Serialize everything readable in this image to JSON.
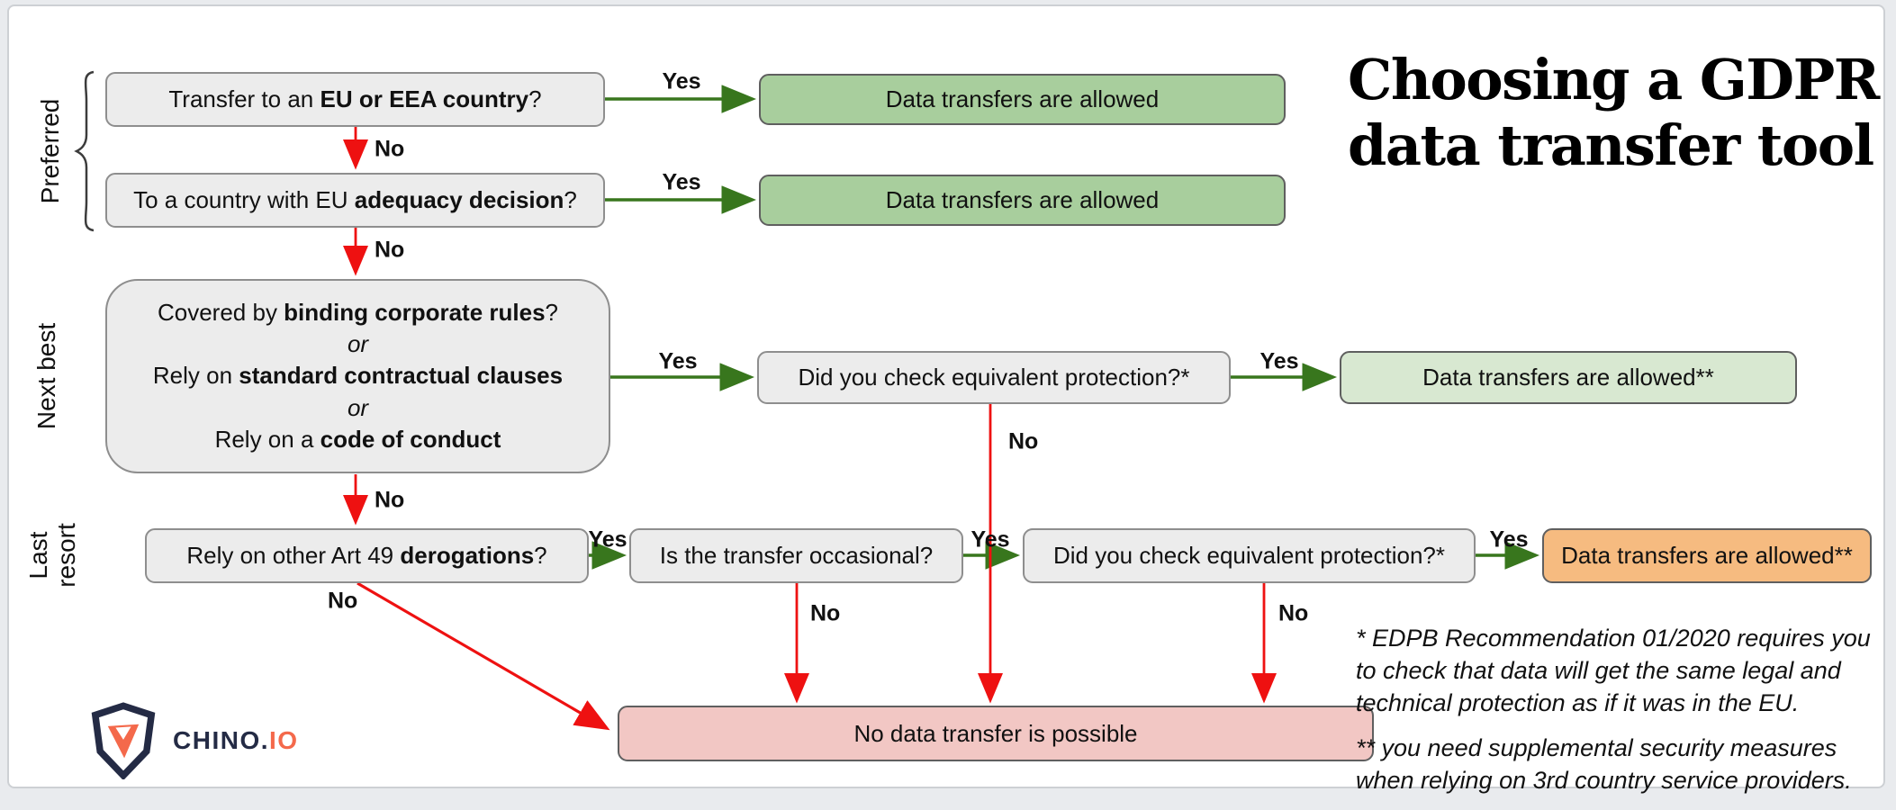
{
  "title": {
    "line1": "Choosing a GDPR",
    "line2": "data transfer tool"
  },
  "row_labels": {
    "preferred": "Preferred",
    "next_best": "Next best",
    "last_resort": {
      "line1": "Last",
      "line2": "resort"
    }
  },
  "labels": {
    "yes": "Yes",
    "no": "No"
  },
  "nodes": {
    "q_eu_eea": {
      "pre": "Transfer to an ",
      "bold": "EU or EEA country",
      "post": "?"
    },
    "q_adequacy": {
      "pre": "To a country with EU ",
      "bold": "adequacy decision",
      "post": "?"
    },
    "q_next_best": {
      "line1": {
        "pre": "Covered by ",
        "bold": "binding corporate rules",
        "post": "?"
      },
      "or1": "or",
      "line2": {
        "pre": "Rely on ",
        "bold": "standard contractual clauses",
        "post": ""
      },
      "or2": "or",
      "line3": {
        "pre": "Rely on a ",
        "bold": "code of conduct",
        "post": ""
      }
    },
    "q_derogations": {
      "pre": "Rely on other Art 49 ",
      "bold": "derogations",
      "post": "?"
    },
    "q_occasional": "Is the transfer occasional?",
    "q_equivalent_mid": "Did you check equivalent protection?*",
    "q_equivalent_bottom": "Did you check equivalent protection?*",
    "allowed_1": "Data transfers are allowed",
    "allowed_2": "Data transfers are allowed",
    "allowed_checked": "Data transfers are allowed**",
    "allowed_last_resort": "Data transfers are allowed**",
    "not_possible": "No data transfer is possible"
  },
  "footnotes": {
    "star": "* EDPB Recommendation 01/2020 requires you to check that data will get the same legal and technical protection as if it was in the EU.",
    "double_star": "** you need supplemental security measures when relying on 3rd country service providers."
  },
  "logo": {
    "brand": "CHINO",
    "dot": ".",
    "tld": "IO"
  },
  "colors": {
    "question_gray": "#ececec",
    "allowed_green": "#a8ce9d",
    "allowed_light_green": "#d8e8d1",
    "allowed_orange": "#f6bb80",
    "not_possible_pink": "#f2c7c4",
    "arrow_yes_green": "#38761d",
    "arrow_no_red": "#ee1111",
    "logo_navy": "#242b45",
    "logo_coral": "#f4694b"
  }
}
